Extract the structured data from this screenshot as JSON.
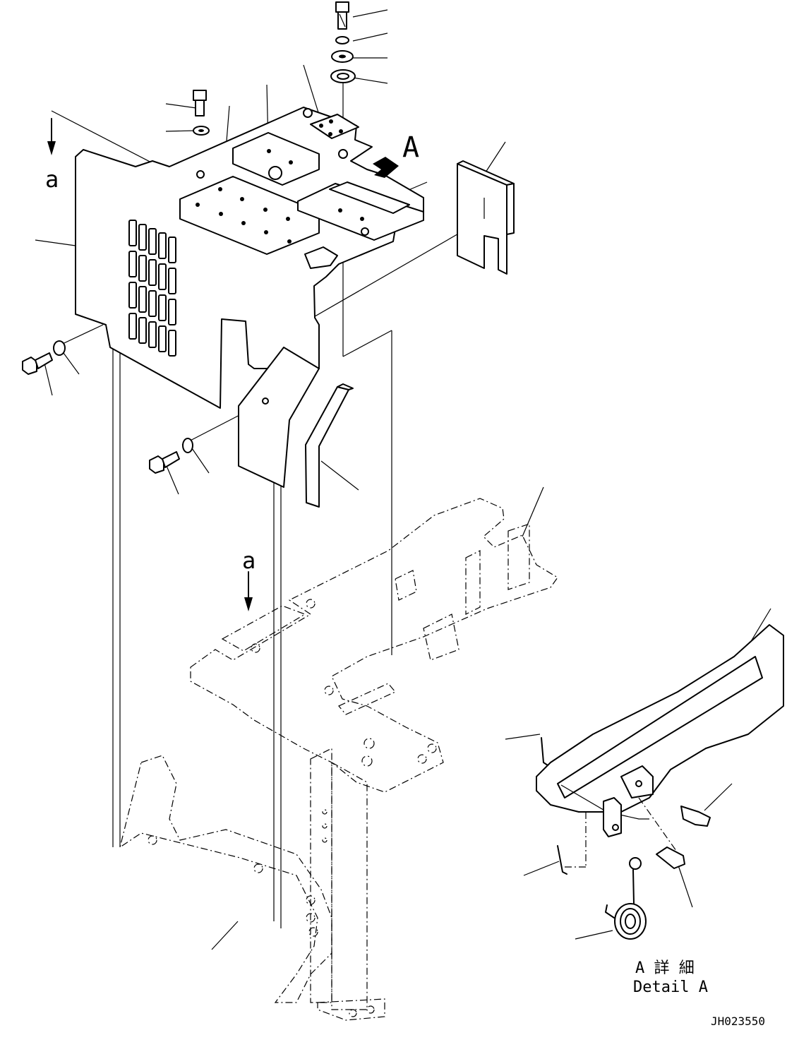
{
  "labels": {
    "view_a_top": "a",
    "view_a_mid": "a",
    "detail_arrow": "A",
    "detail_jp": "A 詳 細",
    "detail_en": "Detail A",
    "drawing_code": "JH023550"
  }
}
